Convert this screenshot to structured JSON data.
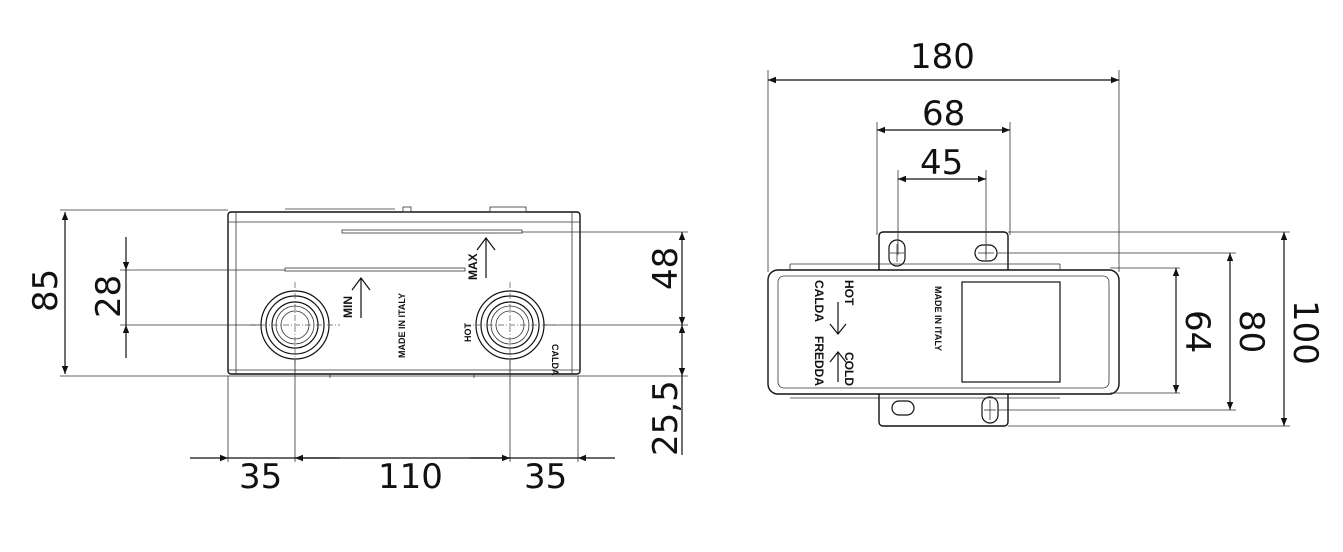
{
  "front_view": {
    "dimensions": {
      "height_total": "85",
      "min_to_center": "28",
      "max_to_center": "48",
      "center_to_base": "25,5",
      "left_offset": "35",
      "center_spacing": "110",
      "right_offset": "35"
    },
    "labels": {
      "min": "MIN",
      "max": "MAX",
      "made_in_italy": "MADE IN ITALY",
      "hot": "HOT",
      "calda": "CALDA"
    }
  },
  "side_view": {
    "dimensions": {
      "width_total": "180",
      "bracket_width": "68",
      "hole_spacing": "45",
      "height_total": "100",
      "height_mid": "80",
      "height_inner": "64"
    },
    "labels": {
      "hot": "HOT",
      "calda": "CALDA",
      "cold": "COLD",
      "fredda": "FREDDA",
      "made_in_italy": "MADE IN ITALY"
    }
  }
}
